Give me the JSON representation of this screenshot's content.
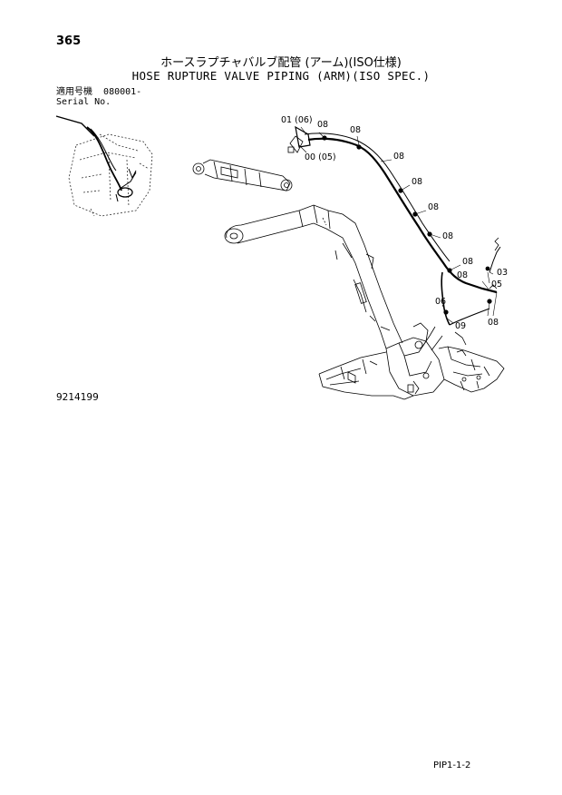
{
  "page": {
    "number": "365",
    "title_jp": "ホースラプチャバルブ配管 (アーム)(ISO仕様)",
    "title_en": "HOSE RUPTURE VALVE PIPING (ARM)(ISO SPEC.)",
    "serial_label_jp": "適用号機",
    "serial_label_en": "Serial No.",
    "serial_value": "080001-",
    "drawing_id": "9214199",
    "footer_code": "PIP1-1-2"
  },
  "callouts": {
    "c01": "01 (06)",
    "c08a": "08",
    "c00": "00 (05)",
    "c08b": "08",
    "c08c": "08",
    "c08d": "08",
    "c08e": "08",
    "c08f": "08",
    "c08g": "08",
    "c08h": "08",
    "c03": "03",
    "c05": "05",
    "c06": "06",
    "c09": "09",
    "c08i": "08"
  }
}
